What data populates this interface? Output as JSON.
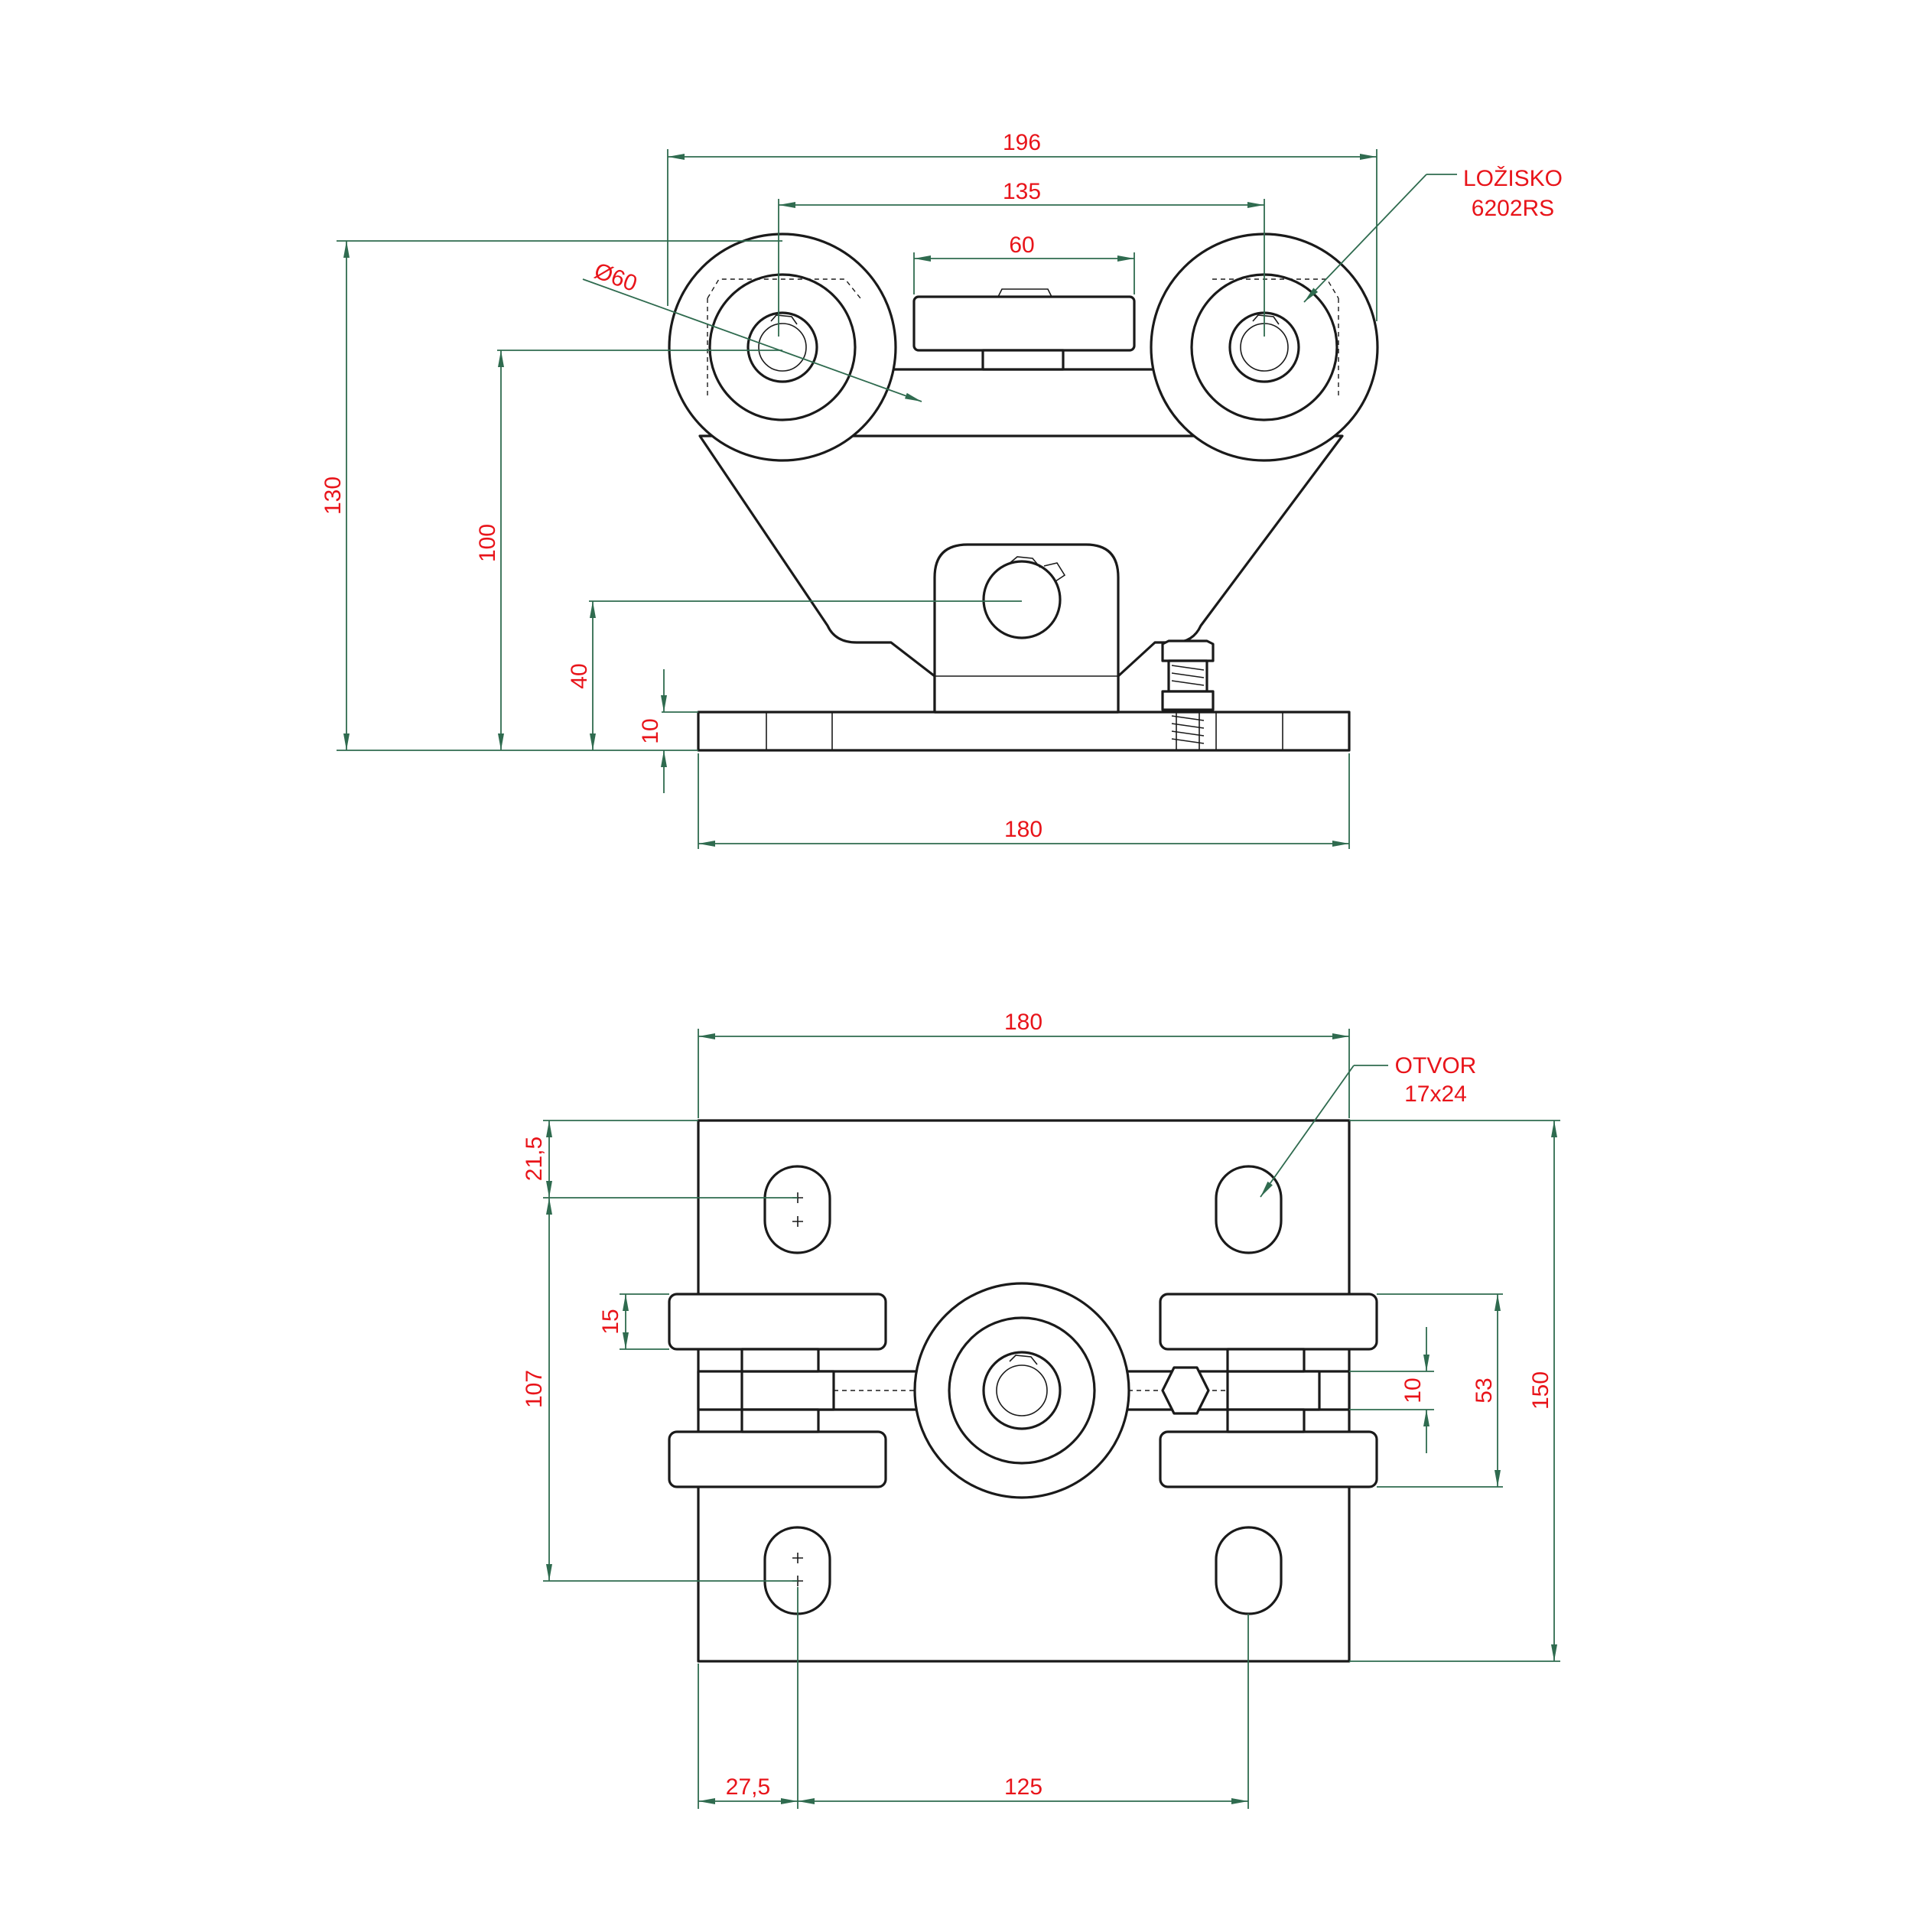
{
  "dimensions": {
    "top_view": {
      "overall_width": "196",
      "wheel_center_spacing": "135",
      "top_block_width": "60",
      "wheel_diameter": "Ø60",
      "total_height": "130",
      "wheel_axis_height": "100",
      "bottom_pin_height": "40",
      "base_thickness": "10",
      "base_width": "180"
    },
    "bottom_view": {
      "plate_width": "180",
      "slot_to_edge_top": "21,5",
      "slot_center_spacing_v": "107",
      "wheel_width": "15",
      "center_gap": "10",
      "wheel_outer_span": "53",
      "plate_height": "150",
      "slot_to_edge_left": "27,5",
      "slot_center_spacing_h": "125"
    }
  },
  "annotations": {
    "bearing_label": "LOŽISKO",
    "bearing_code": "6202RS",
    "hole_label": "OTVOR",
    "hole_size": "17x24"
  },
  "colors": {
    "line": "#1a1a1a",
    "dimension_line": "#2f6b4f",
    "dimension_text": "#e8141a"
  }
}
